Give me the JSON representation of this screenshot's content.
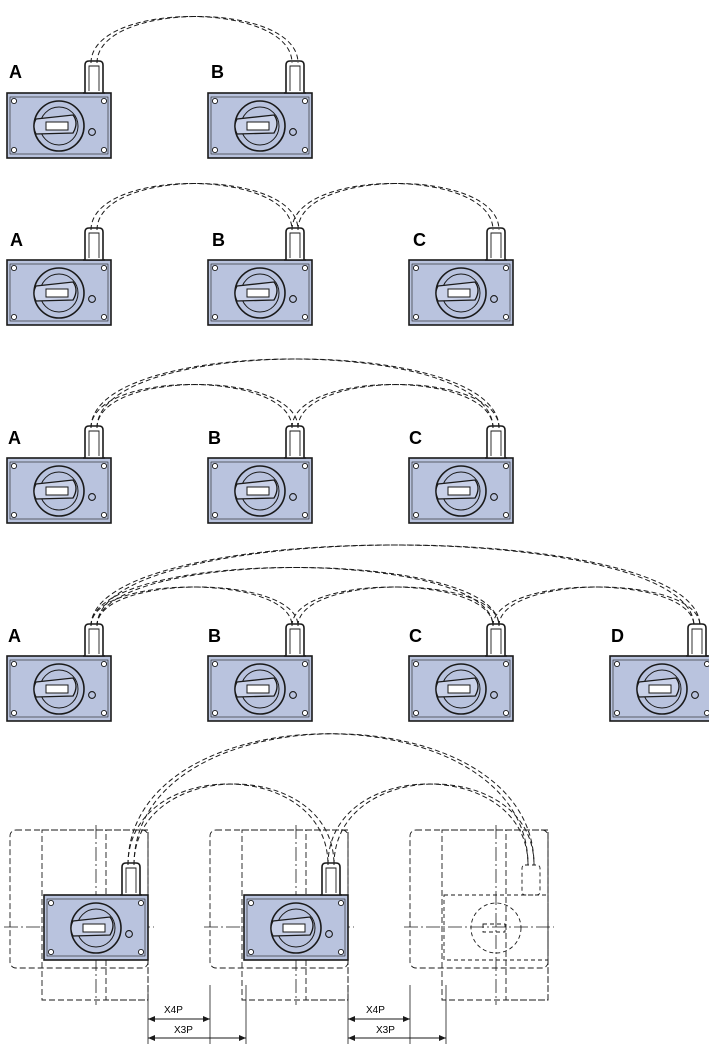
{
  "diagram": {
    "rows": [
      {
        "switch_labels": [
          "A",
          "B"
        ]
      },
      {
        "switch_labels": [
          "A",
          "B",
          "C"
        ]
      },
      {
        "switch_labels": [
          "A",
          "B",
          "C"
        ]
      },
      {
        "switch_labels": [
          "A",
          "B",
          "C",
          "D"
        ]
      }
    ],
    "dimension_labels": {
      "x4p": "X4P",
      "x3p": "X3P"
    },
    "colors": {
      "switch_fill": "#b9c3de",
      "outline": "#1a1a1a"
    }
  }
}
